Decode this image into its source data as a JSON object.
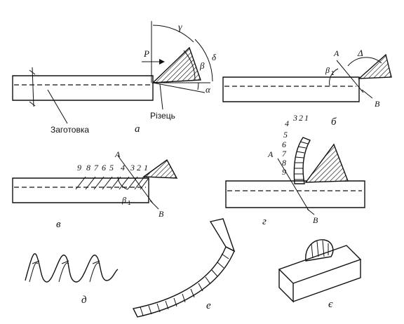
{
  "labels": {
    "workpiece": "Заготовка",
    "cutter": "Різець",
    "force": "P",
    "gamma": "γ",
    "beta": "β",
    "delta": "δ",
    "alpha": "α",
    "point_a": "A",
    "point_b": "B",
    "beta1": "β",
    "beta1_sub": "1",
    "delta_big": "Δ",
    "elements_v": [
      "9",
      "8",
      "7",
      "6",
      "5",
      "4",
      "3",
      "2",
      "1"
    ],
    "elements_g": [
      "4",
      "3",
      "2",
      "1",
      "5",
      "6",
      "7",
      "8",
      "9"
    ]
  },
  "panels": {
    "a": "а",
    "b": "б",
    "v": "в",
    "g": "г",
    "d": "д",
    "e": "е",
    "ye": "є"
  }
}
